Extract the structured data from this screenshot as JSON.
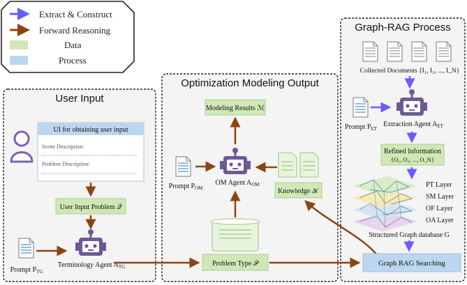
{
  "legend": {
    "items": [
      {
        "label": "Extract & Construct",
        "kind": "arrow",
        "color": "#6a5cff"
      },
      {
        "label": "Forward Reasoning",
        "kind": "arrow",
        "color": "#8b4513"
      },
      {
        "label": "Data",
        "kind": "box",
        "color": "#cfe8b4"
      },
      {
        "label": "Process",
        "kind": "box",
        "color": "#bcd6ef"
      }
    ]
  },
  "panels": {
    "user_input": {
      "title": "User Input"
    },
    "om_output": {
      "title": "Optimization Modeling Output"
    },
    "graph_rag": {
      "title": "Graph-RAG Process"
    }
  },
  "user_input": {
    "ui_title": "UI for obtaining user input",
    "scene_label": "Scene Description:",
    "problem_label": "Problem Description:",
    "input_problem": "User Input Problem 𝒬",
    "prompt_tg": "Prompt P",
    "prompt_tg_sub": "TG",
    "terminology_agent": "Terminology Agent A",
    "terminology_agent_sub": "TG"
  },
  "om": {
    "modeling_results": "Modeling Results ℳ",
    "prompt_om": "Prompt P",
    "prompt_om_sub": "OM",
    "om_agent": "OM Agent A",
    "om_agent_sub": "OM",
    "knowledge": "Knowledge 𝒦",
    "problem_type": "Problem Type 𝒫"
  },
  "graph": {
    "collected_docs": "Collected Documents {I₁, I₂, ..., I_N}",
    "prompt_et": "Prompt P",
    "prompt_et_sub": "ET",
    "extraction_agent": "Extraction Agent A",
    "extraction_agent_sub": "ET",
    "refined_title": "Refined Information",
    "refined_set": "{O₁, O₂, ..., O_N}",
    "layers": [
      "PT Layer",
      "SM Layer",
      "OF Layer",
      "OA Layer"
    ],
    "structured_db": "Structured Graph database G",
    "rag_search": "Graph RAG Searching"
  },
  "colors": {
    "extract_arrow": "#6a5cff",
    "forward_arrow": "#8b4513",
    "data_fill": "#cfe8b4",
    "process_fill": "#bcd6ef",
    "agent_purple": "#6c5a96",
    "panel_bg": "#f4f4f4"
  }
}
